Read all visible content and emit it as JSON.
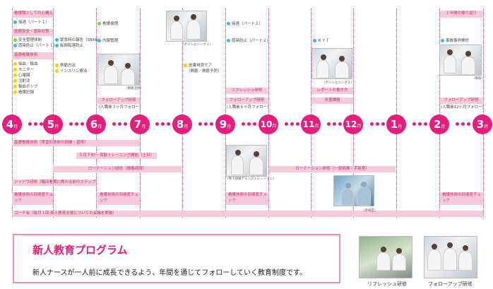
{
  "months": [
    "4",
    "5",
    "6",
    "7",
    "8",
    "9",
    "10",
    "11",
    "12",
    "1",
    "2",
    "3"
  ],
  "month_suffix": "月",
  "headers": {
    "nurse_attitude": "看護職としての心構え",
    "medical_safety": "医療安全・感染対策",
    "basic_skills": "基礎看護技術",
    "refresh1": "リフレッシュ研修",
    "followup_6": "フォローアップ研修",
    "followup_6_sub": "(入職後６ヶ月フォロー)",
    "report_writing": "レポートの書き方",
    "multiple_tasks": "多重課題",
    "look_back": "１年間の振り返り",
    "followup_3": "フォローアップ研修",
    "followup_3_sub": "(入職後３ヶ月フォロー)",
    "followup_12": "フォローアップ研修",
    "followup_12_sub": "(入職後12ヶ月フォロー)"
  },
  "apr_items": {
    "group1": [
      "接遇（パート１）"
    ],
    "group2": [
      "安全管理体制",
      "感染防止（パート１）"
    ],
    "group3": [
      "採血／輸血",
      "モニター",
      "心電図",
      "注射法",
      "輸血ポンプ",
      "看護記録"
    ]
  },
  "may_items": {
    "group1": [
      "緊急時の報告（SBAR）",
      "転倒転落防止"
    ],
    "group2": [
      "移動方法",
      "インスリン療法"
    ]
  },
  "jun_items": {
    "group1": [
      "看護倫理"
    ],
    "group2": [
      "内服管理"
    ]
  },
  "aug_items": [
    "皮膚排泄ケア",
    "（褥瘡／褥瘡予防）"
  ],
  "sep_items": [
    "接遇（パート２）",
    "感染防止（パート２）"
  ],
  "nov_items": [
    "ＫＹＴ"
  ],
  "feb_items": [
    "事故事例検討"
  ],
  "photo_captions": {
    "jun": "（静脈注射）",
    "aug": "（ポジショニング１）",
    "nov": "（ポジショニング２）",
    "feb": "（看取）",
    "sep": "（嚥下訓練デモンストレーション）",
    "dec": "（手術室）"
  },
  "bars": {
    "basic_training": "基礎看護技術（実習形技術の訓練・習得）",
    "night_training": "５月下旬～ 夜勤トレーニング開始（土日）",
    "rotation1": "ローテーション研修（療養病棟）",
    "rotation2": "ローテーション研修（一般病棟・手術室）",
    "shadow": "シャドウ研修（臨床看護に携わる前のステップ研修）",
    "check_label": "看護技術の到達度チェック",
    "coach": "コーチ会（毎月１回 新人教育支援についての会議を実施）"
  },
  "program": {
    "title": "新人教育プログラム",
    "description": "新人ナースが一人前に成長できるよう、年間を通じてフォローしていく教育制度です。"
  },
  "bottom_photos": {
    "refresh": "リフレッシュ研修",
    "followup": "フォローアップ研修"
  }
}
